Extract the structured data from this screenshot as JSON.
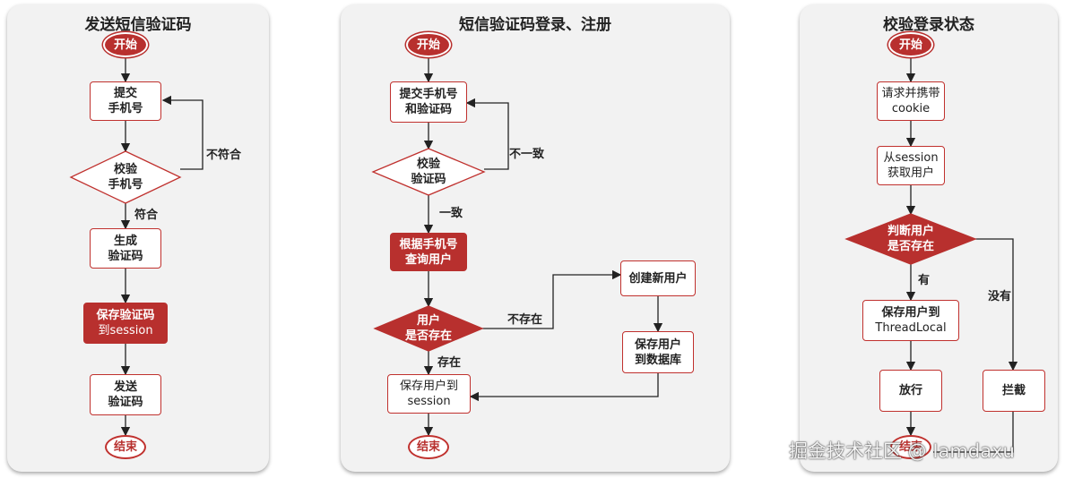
{
  "panels": [
    {
      "title": "发送短信验证码",
      "start": "开始",
      "submit_phone": [
        "提交",
        "手机号"
      ],
      "check_phone": [
        "校验",
        "手机号"
      ],
      "label_not_match": "不符合",
      "label_match": "符合",
      "generate_code": [
        "生成",
        "验证码"
      ],
      "save_code": [
        "保存验证码",
        "到session"
      ],
      "send_code": [
        "发送",
        "验证码"
      ],
      "end": "结束"
    },
    {
      "title": "短信验证码登录、注册",
      "start": "开始",
      "submit": [
        "提交手机号",
        "和验证码"
      ],
      "check_code": [
        "校验",
        "验证码"
      ],
      "label_inconsistent": "不一致",
      "label_consistent": "一致",
      "query_user": [
        "根据手机号",
        "查询用户"
      ],
      "user_exists": [
        "用户",
        "是否存在"
      ],
      "label_not_exists": "不存在",
      "label_exists": "存在",
      "create_user": "创建新用户",
      "save_db": [
        "保存用户",
        "到数据库"
      ],
      "save_session": [
        "保存用户到",
        "session"
      ],
      "end": "结束"
    },
    {
      "title": "校验登录状态",
      "start": "开始",
      "request_cookie": [
        "请求并携带",
        "cookie"
      ],
      "get_user": [
        "从session",
        "获取用户"
      ],
      "judge_user": [
        "判断用户",
        "是否存在"
      ],
      "label_has": "有",
      "label_none": "没有",
      "save_threadlocal": [
        "保存用户到",
        "ThreadLocal"
      ],
      "release": "放行",
      "intercept": "拦截",
      "end": "结束"
    }
  ],
  "colors": {
    "accent": "#b8302e",
    "panel_bg": "#f2f2f2"
  },
  "watermark": "掘金技术社区 @ Iamdaxu"
}
